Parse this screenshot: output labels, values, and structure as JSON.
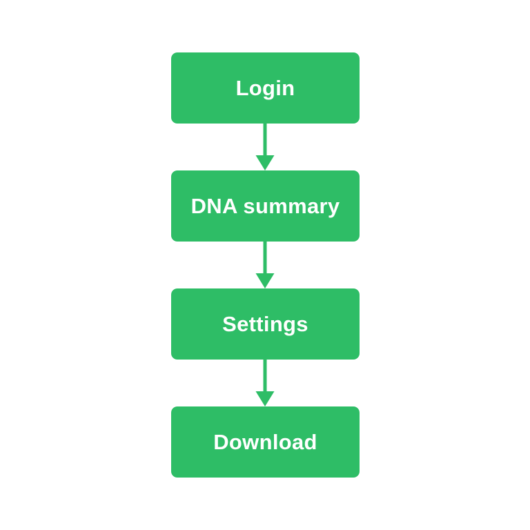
{
  "diagram": {
    "type": "flowchart",
    "direction": "top-down",
    "background_color": "#ffffff",
    "node_fill_color": "#2EBD66",
    "node_text_color": "#ffffff",
    "arrow_color": "#2EBD66",
    "nodes": [
      {
        "id": "login",
        "label": "Login"
      },
      {
        "id": "dna-summary",
        "label": "DNA summary"
      },
      {
        "id": "settings",
        "label": "Settings"
      },
      {
        "id": "download",
        "label": "Download"
      }
    ],
    "connections": [
      {
        "from": "Login",
        "to": "DNA summary"
      },
      {
        "from": "DNA summary",
        "to": "Settings"
      },
      {
        "from": "Settings",
        "to": "Download"
      }
    ]
  }
}
